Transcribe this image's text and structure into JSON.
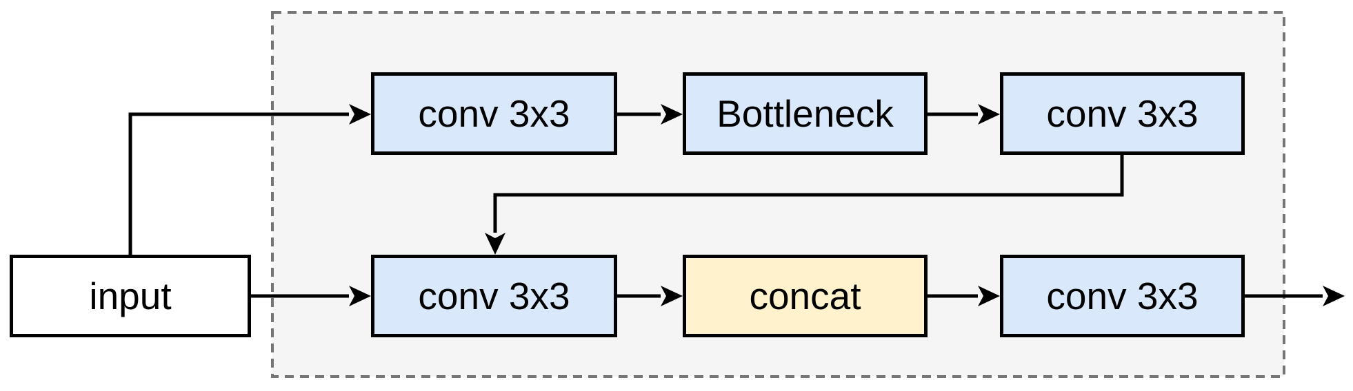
{
  "diagram": {
    "title": "csp-block-diagram",
    "container": {
      "background": "#f5f5f5",
      "border_color": "#757575",
      "border_style": "dashed"
    },
    "line_color": "#000000",
    "nodes": [
      {
        "id": "input",
        "label": "input",
        "fill": "#ffffff"
      },
      {
        "id": "conv3x3-top-1",
        "label": "conv 3x3",
        "fill": "#dae8fc"
      },
      {
        "id": "bottleneck",
        "label": "Bottleneck",
        "fill": "#dae8fc"
      },
      {
        "id": "conv3x3-top-2",
        "label": "conv 3x3",
        "fill": "#dae8fc"
      },
      {
        "id": "conv3x3-bottom-1",
        "label": "conv 3x3",
        "fill": "#dae8fc"
      },
      {
        "id": "concat",
        "label": "concat",
        "fill": "#fff2cc"
      },
      {
        "id": "conv3x3-bottom-2",
        "label": "conv 3x3",
        "fill": "#dae8fc"
      }
    ],
    "edges": [
      {
        "from": "input",
        "to": "conv3x3-top-1",
        "route": "up-then-right"
      },
      {
        "from": "input",
        "to": "conv3x3-bottom-1",
        "route": "right"
      },
      {
        "from": "conv3x3-top-1",
        "to": "bottleneck",
        "route": "right"
      },
      {
        "from": "bottleneck",
        "to": "conv3x3-top-2",
        "route": "right"
      },
      {
        "from": "conv3x3-top-2",
        "to": "conv3x3-bottom-1",
        "route": "down-left-down"
      },
      {
        "from": "conv3x3-bottom-1",
        "to": "concat",
        "route": "right"
      },
      {
        "from": "concat",
        "to": "conv3x3-bottom-2",
        "route": "right"
      },
      {
        "from": "conv3x3-bottom-2",
        "to": "output",
        "route": "right-exit"
      }
    ]
  }
}
